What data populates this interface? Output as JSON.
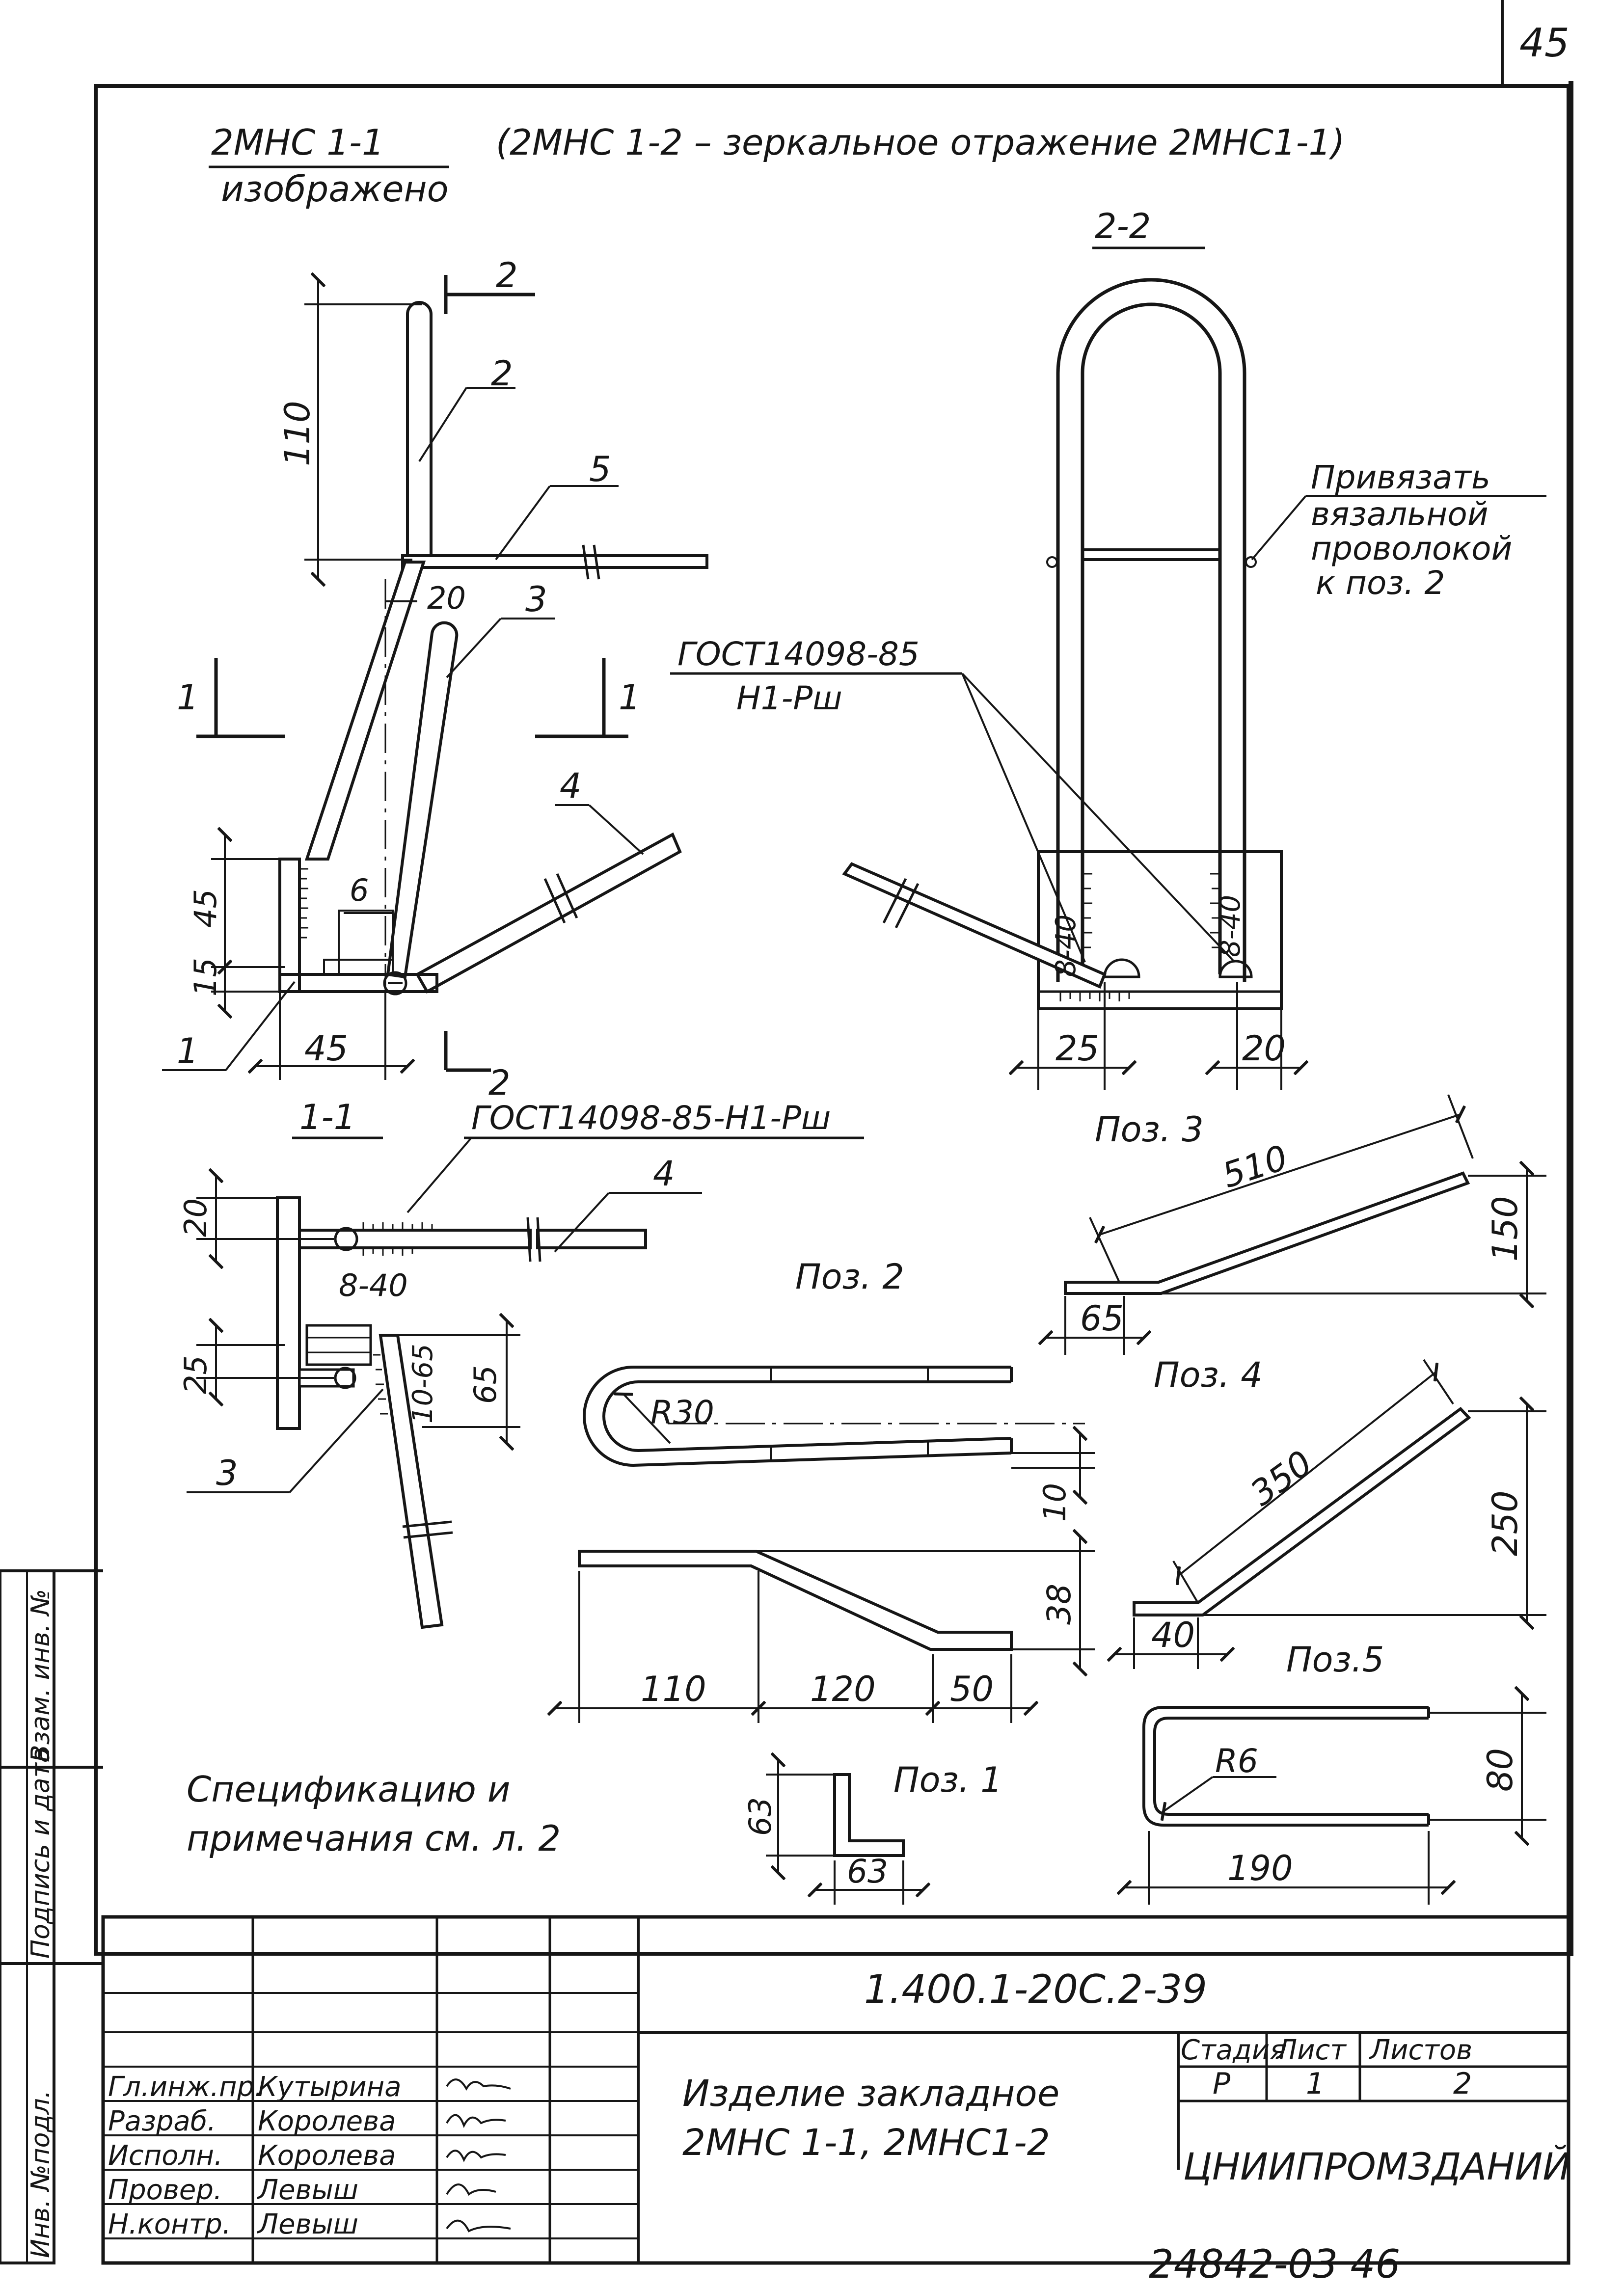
{
  "page_number": "45",
  "archive_number": "24842-03   46",
  "header": {
    "title": "2МНС 1-1",
    "subtitle": "изображено",
    "note": "(2МНС 1-2 –   зеркальное отражение 2МНС1-1)"
  },
  "views": {
    "section_2_2": "2-2",
    "section_1_1": "1-1",
    "cut_mark_2": "2",
    "cut_mark_1": "1",
    "tie_note": [
      "Привязать",
      "вязальной",
      "проволокой",
      "к поз. 2"
    ],
    "weld_standard": [
      "ГОСТ14098-85",
      "Н1-Рш"
    ],
    "weld_standard_inline": "ГОСТ14098-85-Н1-Рш",
    "weld_size_1": "8-40",
    "weld_size_2": "10-65",
    "callouts": [
      "1",
      "2",
      "3",
      "4",
      "5",
      "6"
    ]
  },
  "dimensions": {
    "d110v": "110",
    "d20": "20",
    "d45v": "45",
    "d15v": "15",
    "d45h": "45",
    "d25": "25",
    "d20b": "20",
    "s20": "20",
    "s25": "25",
    "s65": "65",
    "p3_510": "510",
    "p3_150": "150",
    "p3_65": "65",
    "p2_r30": "R30",
    "p2_10": "10",
    "p2_38": "38",
    "p2_110": "110",
    "p2_120": "120",
    "p2_50": "50",
    "p4_350": "350",
    "p4_250": "250",
    "p4_40": "40",
    "p5_r6": "R6",
    "p5_80": "80",
    "p5_190": "190",
    "p1_63v": "63",
    "p1_63h": "63"
  },
  "parts": {
    "poz3": "Поз. 3",
    "poz2": "Поз. 2",
    "poz4": "Поз. 4",
    "poz5": "Поз.5",
    "poz1": "Поз. 1"
  },
  "spec_note": [
    "Спецификацию  и",
    "примечания  см. л. 2"
  ],
  "side_stamp": [
    "Инв. №подл.",
    "Подпись и дата",
    "Взам. инв. №"
  ],
  "title_block": {
    "doc_code": "1.400.1-20С.2-39",
    "product": [
      "Изделие закладное",
      "2МНС 1-1,  2МНС1-2"
    ],
    "stage_label": "Стадия",
    "sheet_label": "Лист",
    "sheets_label": "Листов",
    "stage": "Р",
    "sheet": "1",
    "sheets": "2",
    "org": "ЦНИИПРОМЗДАНИЙ",
    "roles": [
      {
        "role": "Гл.инж.пр.",
        "name": "Кутырина"
      },
      {
        "role": "Разраб.",
        "name": "Королева"
      },
      {
        "role": "Исполн.",
        "name": "Королева"
      },
      {
        "role": "Провер.",
        "name": "Левыш"
      },
      {
        "role": "Н.контр.",
        "name": "Левыш"
      }
    ]
  }
}
